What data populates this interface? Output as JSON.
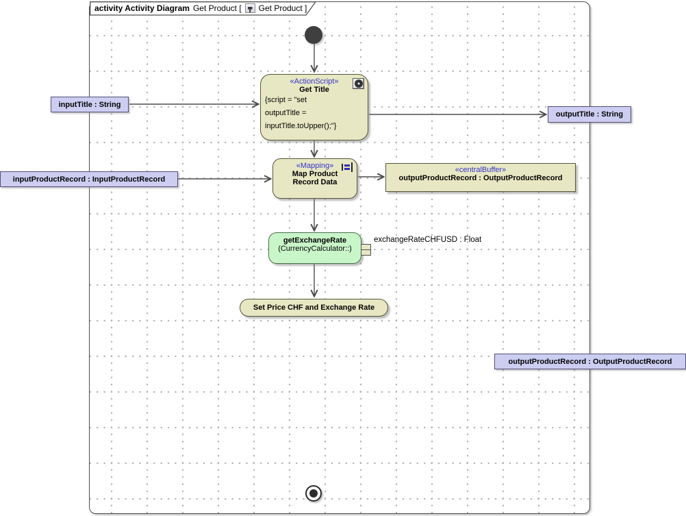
{
  "tab": {
    "bold_label": "activity Activity Diagram",
    "name_prefix": "Get Product [",
    "name_suffix": "Get Product ]"
  },
  "get_title": {
    "stereotype": "«ActionScript»",
    "name": "Get Title",
    "script_lines": [
      "{script = \"set",
      "outputTitle =",
      "inputTitle.toUpper();\"}"
    ]
  },
  "map_action": {
    "stereotype": "«Mapping»",
    "name_lines": [
      "Map Product",
      "Record Data"
    ]
  },
  "central_buffer": {
    "stereotype": "«centralBuffer»",
    "name": "outputProductRecord : OutputProductRecord"
  },
  "exchange": {
    "name": "getExchangeRate",
    "qualifier": "(CurrencyCalculator::)",
    "pin_label": "exchangeRateCHFUSD : Float"
  },
  "set_price": {
    "name": "Set Price CHF and Exchange Rate"
  },
  "activity_params": {
    "input_title": "inputTitle : String",
    "output_title": "outputTitle : String",
    "input_product_record": "inputProductRecord : InputProductRecord",
    "output_product_record": "outputProductRecord : OutputProductRecord"
  },
  "colors": {
    "stereotype_blue": "#3333cc",
    "action_khaki": "#e7e7c3",
    "behavior_green": "#c9f6c9",
    "param_lavender": "#cdcdf2",
    "edge_gray": "#4d4d4d"
  }
}
